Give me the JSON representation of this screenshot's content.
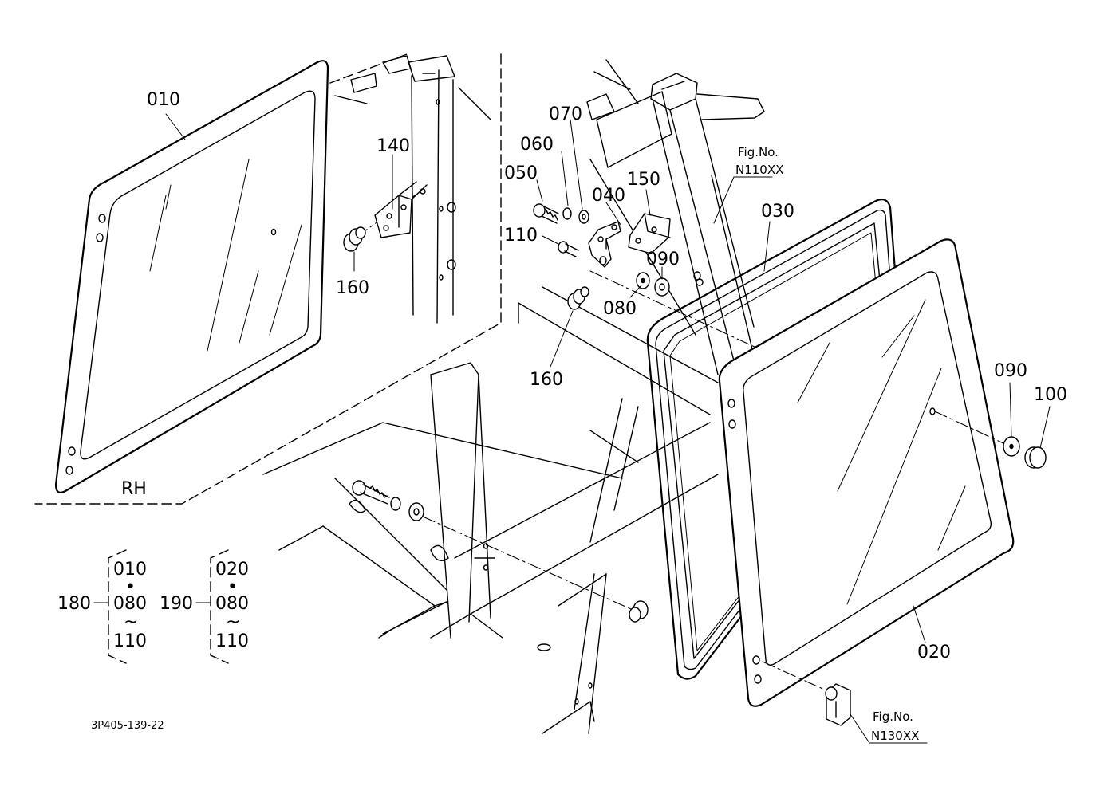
{
  "diagram": {
    "document_id": "3P405-139-22",
    "side_label": "RH",
    "callouts": {
      "p010": "010",
      "p020": "020",
      "p030": "030",
      "p040": "040",
      "p050": "050",
      "p060": "060",
      "p070": "070",
      "p080": "080",
      "p090_top": "090",
      "p090_right": "090",
      "p100": "100",
      "p110": "110",
      "p140": "140",
      "p150": "150",
      "p160_left": "160",
      "p160_mid": "160"
    },
    "figure_refs": [
      {
        "line1": "Fig.No.",
        "line2": "N110XX"
      },
      {
        "line1": "Fig.No.",
        "line2": "N130XX"
      }
    ],
    "assembly_groups": [
      {
        "id": "180",
        "items": [
          "010",
          "080",
          "110"
        ],
        "separators": [
          "•",
          "~"
        ]
      },
      {
        "id": "190",
        "items": [
          "020",
          "080",
          "110"
        ],
        "separators": [
          "•",
          "~"
        ]
      }
    ]
  }
}
